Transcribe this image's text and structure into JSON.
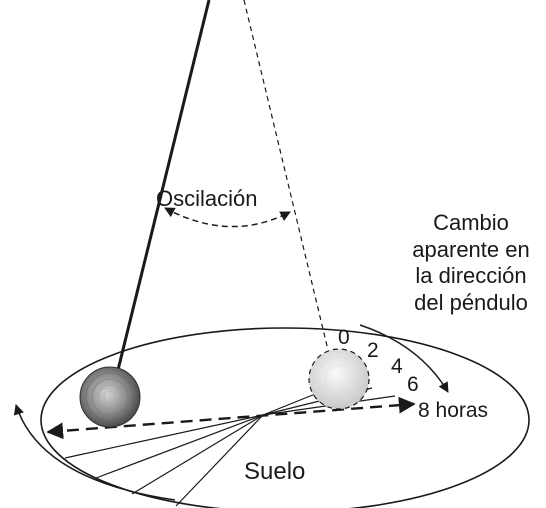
{
  "labels": {
    "oscillation": "Oscilación",
    "floor": "Suelo",
    "direction_change": [
      "Cambio",
      "aparente en",
      "la dirección",
      "del péndulo"
    ]
  },
  "hour_marks": [
    "0",
    "2",
    "4",
    "6",
    "8 horas"
  ]
}
